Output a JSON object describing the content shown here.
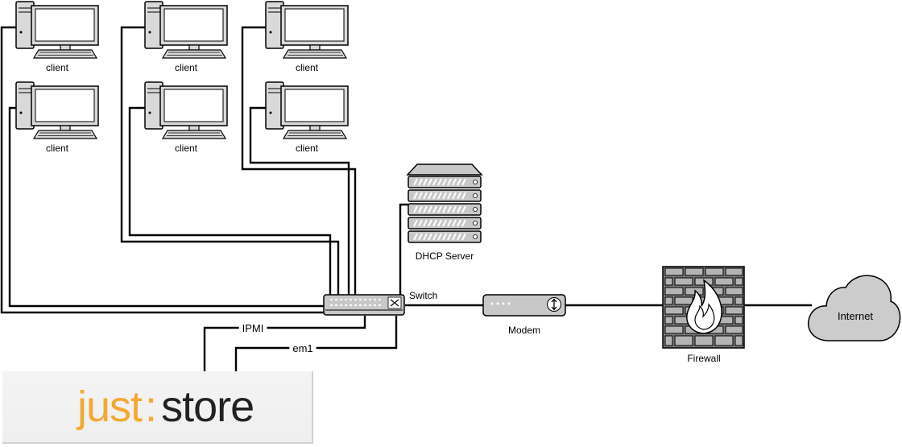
{
  "nodes": {
    "clients": [
      "client",
      "client",
      "client",
      "client",
      "client",
      "client"
    ],
    "dhcp_server": "DHCP Server",
    "switch": "Switch",
    "modem": "Modem",
    "firewall": "Firewall",
    "internet": "Internet"
  },
  "links": {
    "ipmi": "IPMI",
    "em1": "em1"
  },
  "logo": {
    "part1": "just",
    "separator": ":",
    "part2": "store"
  },
  "colors": {
    "device_gray": "#c8c8c8",
    "cloud_gray": "#cccccc",
    "firewall_brick": "#b4b4b4",
    "logo_accent": "#f4a933",
    "logo_dark": "#222222"
  }
}
